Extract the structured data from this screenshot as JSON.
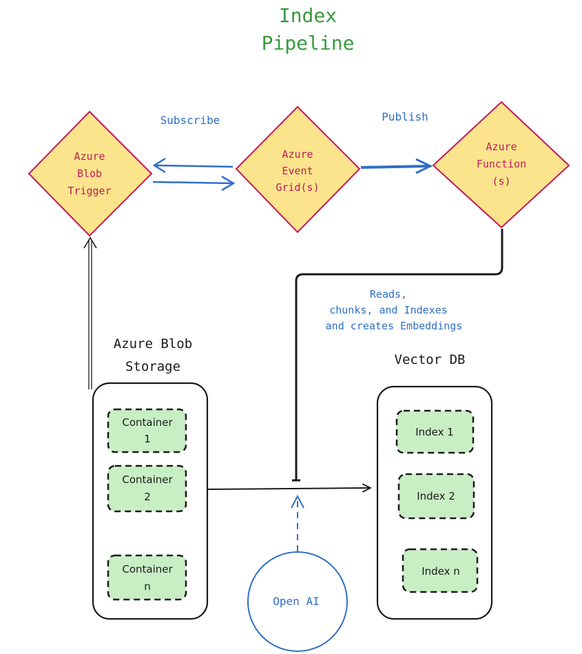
{
  "title": {
    "lines": [
      "Index",
      "Pipeline"
    ]
  },
  "nodes": {
    "blob_trigger": {
      "lines": [
        "Azure",
        "Blob",
        "Trigger"
      ]
    },
    "event_grid": {
      "lines": [
        "Azure",
        "Event",
        "Grid(s)"
      ]
    },
    "function": {
      "lines": [
        "Azure",
        "Function",
        "(s)"
      ]
    },
    "open_ai": {
      "label": "Open AI"
    }
  },
  "edges": {
    "subscribe": "Subscribe",
    "publish": "Publish",
    "reads": [
      "Reads,",
      "chunks, and Indexes",
      "and creates Embeddings"
    ]
  },
  "groups": {
    "blob_storage": {
      "lines": [
        "Azure Blob",
        "Storage"
      ],
      "containers": [
        {
          "lines": [
            "Container",
            "1"
          ]
        },
        {
          "lines": [
            "Container",
            "2"
          ]
        },
        {
          "lines": [
            "Container",
            "n"
          ]
        }
      ]
    },
    "vector_db": {
      "label": "Vector DB",
      "indexes": [
        "Index 1",
        "Index 2",
        "Index n"
      ]
    }
  },
  "colors": {
    "title": "#3a9a40",
    "node_fill": "#fce48c",
    "node_stroke": "#c2185b",
    "node_text": "#c2185b",
    "blue": "#2f6fc4",
    "black": "#1a1a1a",
    "green_fill": "#c8eec4"
  }
}
